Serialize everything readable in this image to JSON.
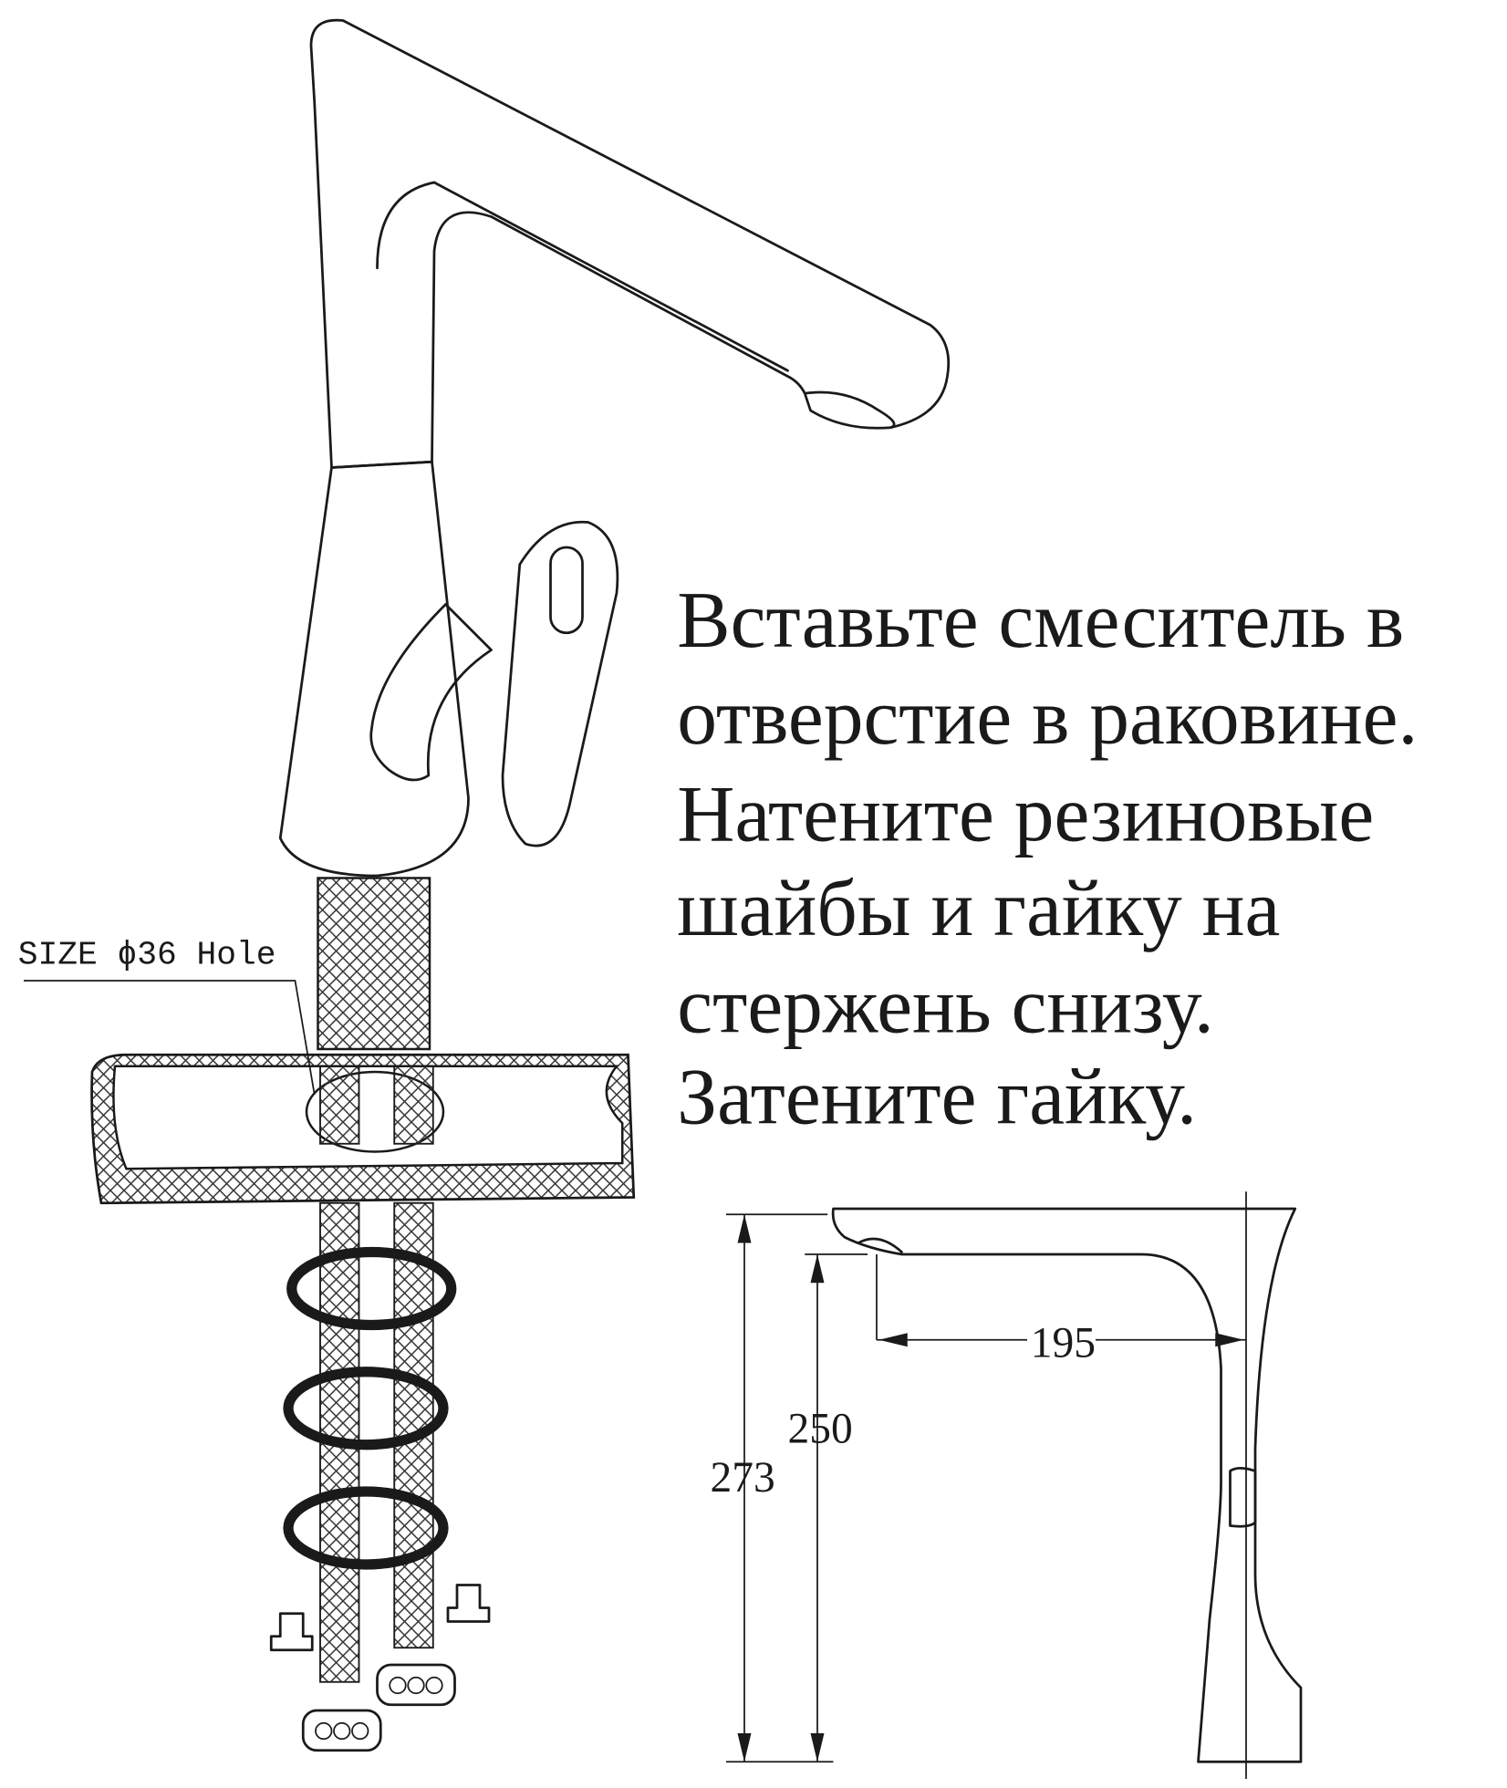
{
  "instructions": {
    "lines": [
      "Вставьте смеситель в",
      "отверстие в раковине.",
      "Натените резиновые",
      "шайбы и гайку на",
      "стержень снизу.",
      "Затените гайку."
    ]
  },
  "hole_label": "SIZE ϕ36 Hole",
  "dimensions": {
    "total_height": "273",
    "spout_height": "250",
    "spout_reach": "195"
  }
}
